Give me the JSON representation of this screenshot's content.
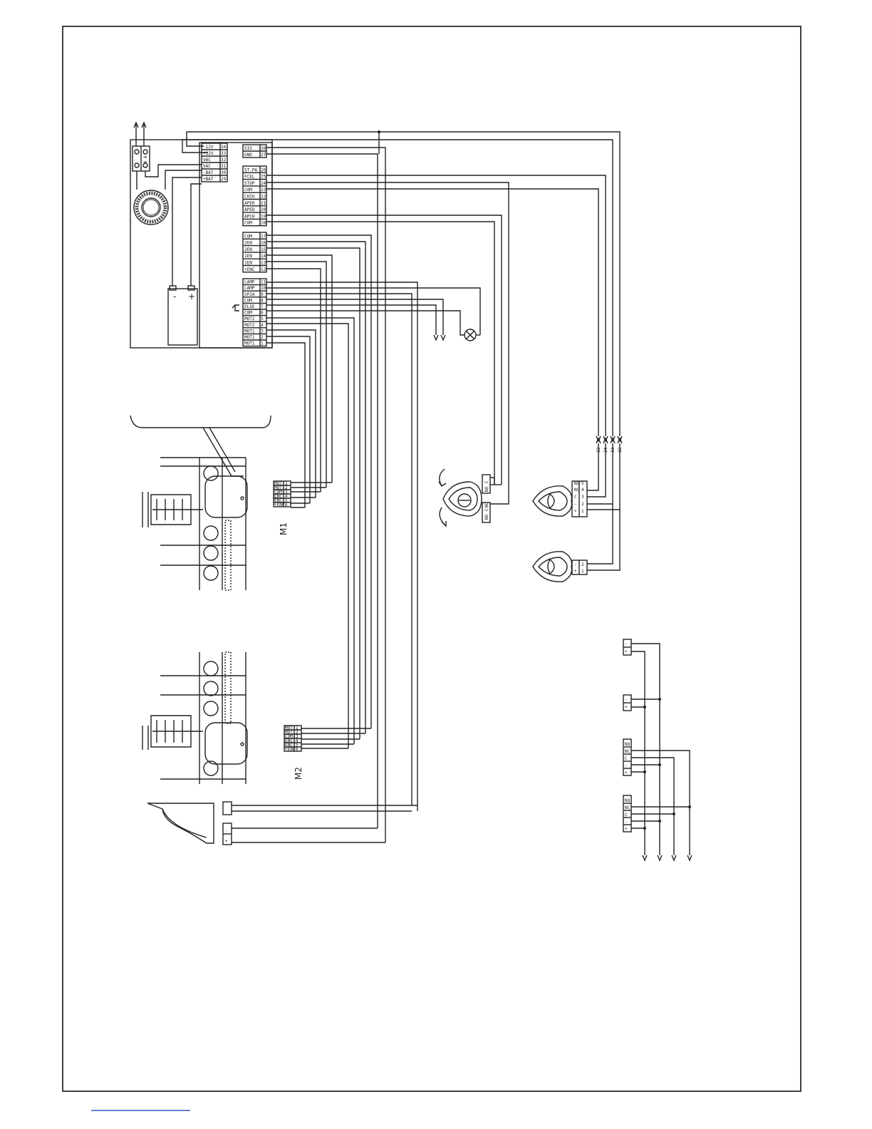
{
  "motors": {
    "m1_label": "M1",
    "m2_label": "M2"
  },
  "fuse_label": "4 A",
  "battery": {
    "minus": "-",
    "plus": "+"
  },
  "controller": {
    "power_terminals": [
      {
        "num": "34",
        "name": "-12V"
      },
      {
        "num": "33",
        "name": "+12V"
      },
      {
        "num": "32",
        "name": "VAC"
      },
      {
        "num": "31",
        "name": "VAC"
      },
      {
        "num": "30",
        "name": "-BAT"
      },
      {
        "num": "29",
        "name": "+BAT"
      }
    ],
    "signal_terminals_top": [
      {
        "num": "28",
        "name": "SIG"
      },
      {
        "num": "27",
        "name": "GND"
      }
    ],
    "input_terminals": [
      {
        "num": "26",
        "name": "ST.PA"
      },
      {
        "num": "25",
        "name": "FCEL"
      },
      {
        "num": "24",
        "name": "STOP"
      },
      {
        "num": "23",
        "name": "COM"
      },
      {
        "num": "22",
        "name": "CHIU"
      },
      {
        "num": "21",
        "name": "APER"
      },
      {
        "num": "20",
        "name": "APED"
      },
      {
        "num": "19",
        "name": "APCH"
      },
      {
        "num": "18",
        "name": "COM"
      }
    ],
    "encoder_terminals": [
      {
        "num": "17",
        "name": "COM"
      },
      {
        "num": "16",
        "name": "2EN"
      },
      {
        "num": "15",
        "name": "2EN"
      },
      {
        "num": "14",
        "name": "1EN"
      },
      {
        "num": "13",
        "name": "1EN"
      },
      {
        "num": "12",
        "name": "+ENC"
      }
    ],
    "motor_terminals": [
      {
        "num": "11",
        "name": "LAMP"
      },
      {
        "num": "10",
        "name": "LAMP"
      },
      {
        "num": "9",
        "name": "SPIA"
      },
      {
        "num": "8",
        "name": "COM"
      },
      {
        "num": "7",
        "name": "ELSE"
      },
      {
        "num": "6",
        "name": "COM"
      },
      {
        "num": "5",
        "name": "MOT2"
      },
      {
        "num": "4",
        "name": "MOT2"
      },
      {
        "num": "3",
        "name": "MOT1"
      },
      {
        "num": "2",
        "name": "MOT1"
      },
      {
        "num": "1",
        "name": "MOT1"
      }
    ]
  },
  "motor_plug": [
    {
      "num": "1",
      "name": "MOT"
    },
    {
      "num": "2",
      "name": "MOT"
    },
    {
      "num": "3",
      "name": "COM"
    },
    {
      "num": "4",
      "name": "ENC"
    },
    {
      "num": "5",
      "name": "ENC"
    },
    {
      "num": "6",
      "name": "+ENC"
    }
  ],
  "key_selector": {
    "t1": "NO",
    "t2": "C",
    "t3": "NC",
    "t4": "C",
    "t5": "NO"
  },
  "photocell_tx": {
    "t1": "+",
    "t2": "-",
    "t3": "C",
    "t4": "NC",
    "t5": "NO",
    "n1": "1",
    "n2": "2",
    "n3": "3",
    "n4": "4",
    "n5": "5"
  },
  "photocell_rx": {
    "t1": "+",
    "t2": "-",
    "n1": "1",
    "n2": "2"
  },
  "photocell_refs": [
    "22",
    "24",
    "33",
    "32"
  ],
  "side_terminals": [
    {
      "a": "+",
      "b": "-"
    },
    {
      "a": "+",
      "b": "-"
    },
    {
      "a": "+",
      "b": "-",
      "c": "C",
      "d": "NC",
      "e": "NO"
    },
    {
      "a": "+",
      "b": "-",
      "c": "C",
      "d": "NC",
      "e": "NO"
    }
  ],
  "antenna": {
    "t1": "+",
    "t2": "-"
  }
}
